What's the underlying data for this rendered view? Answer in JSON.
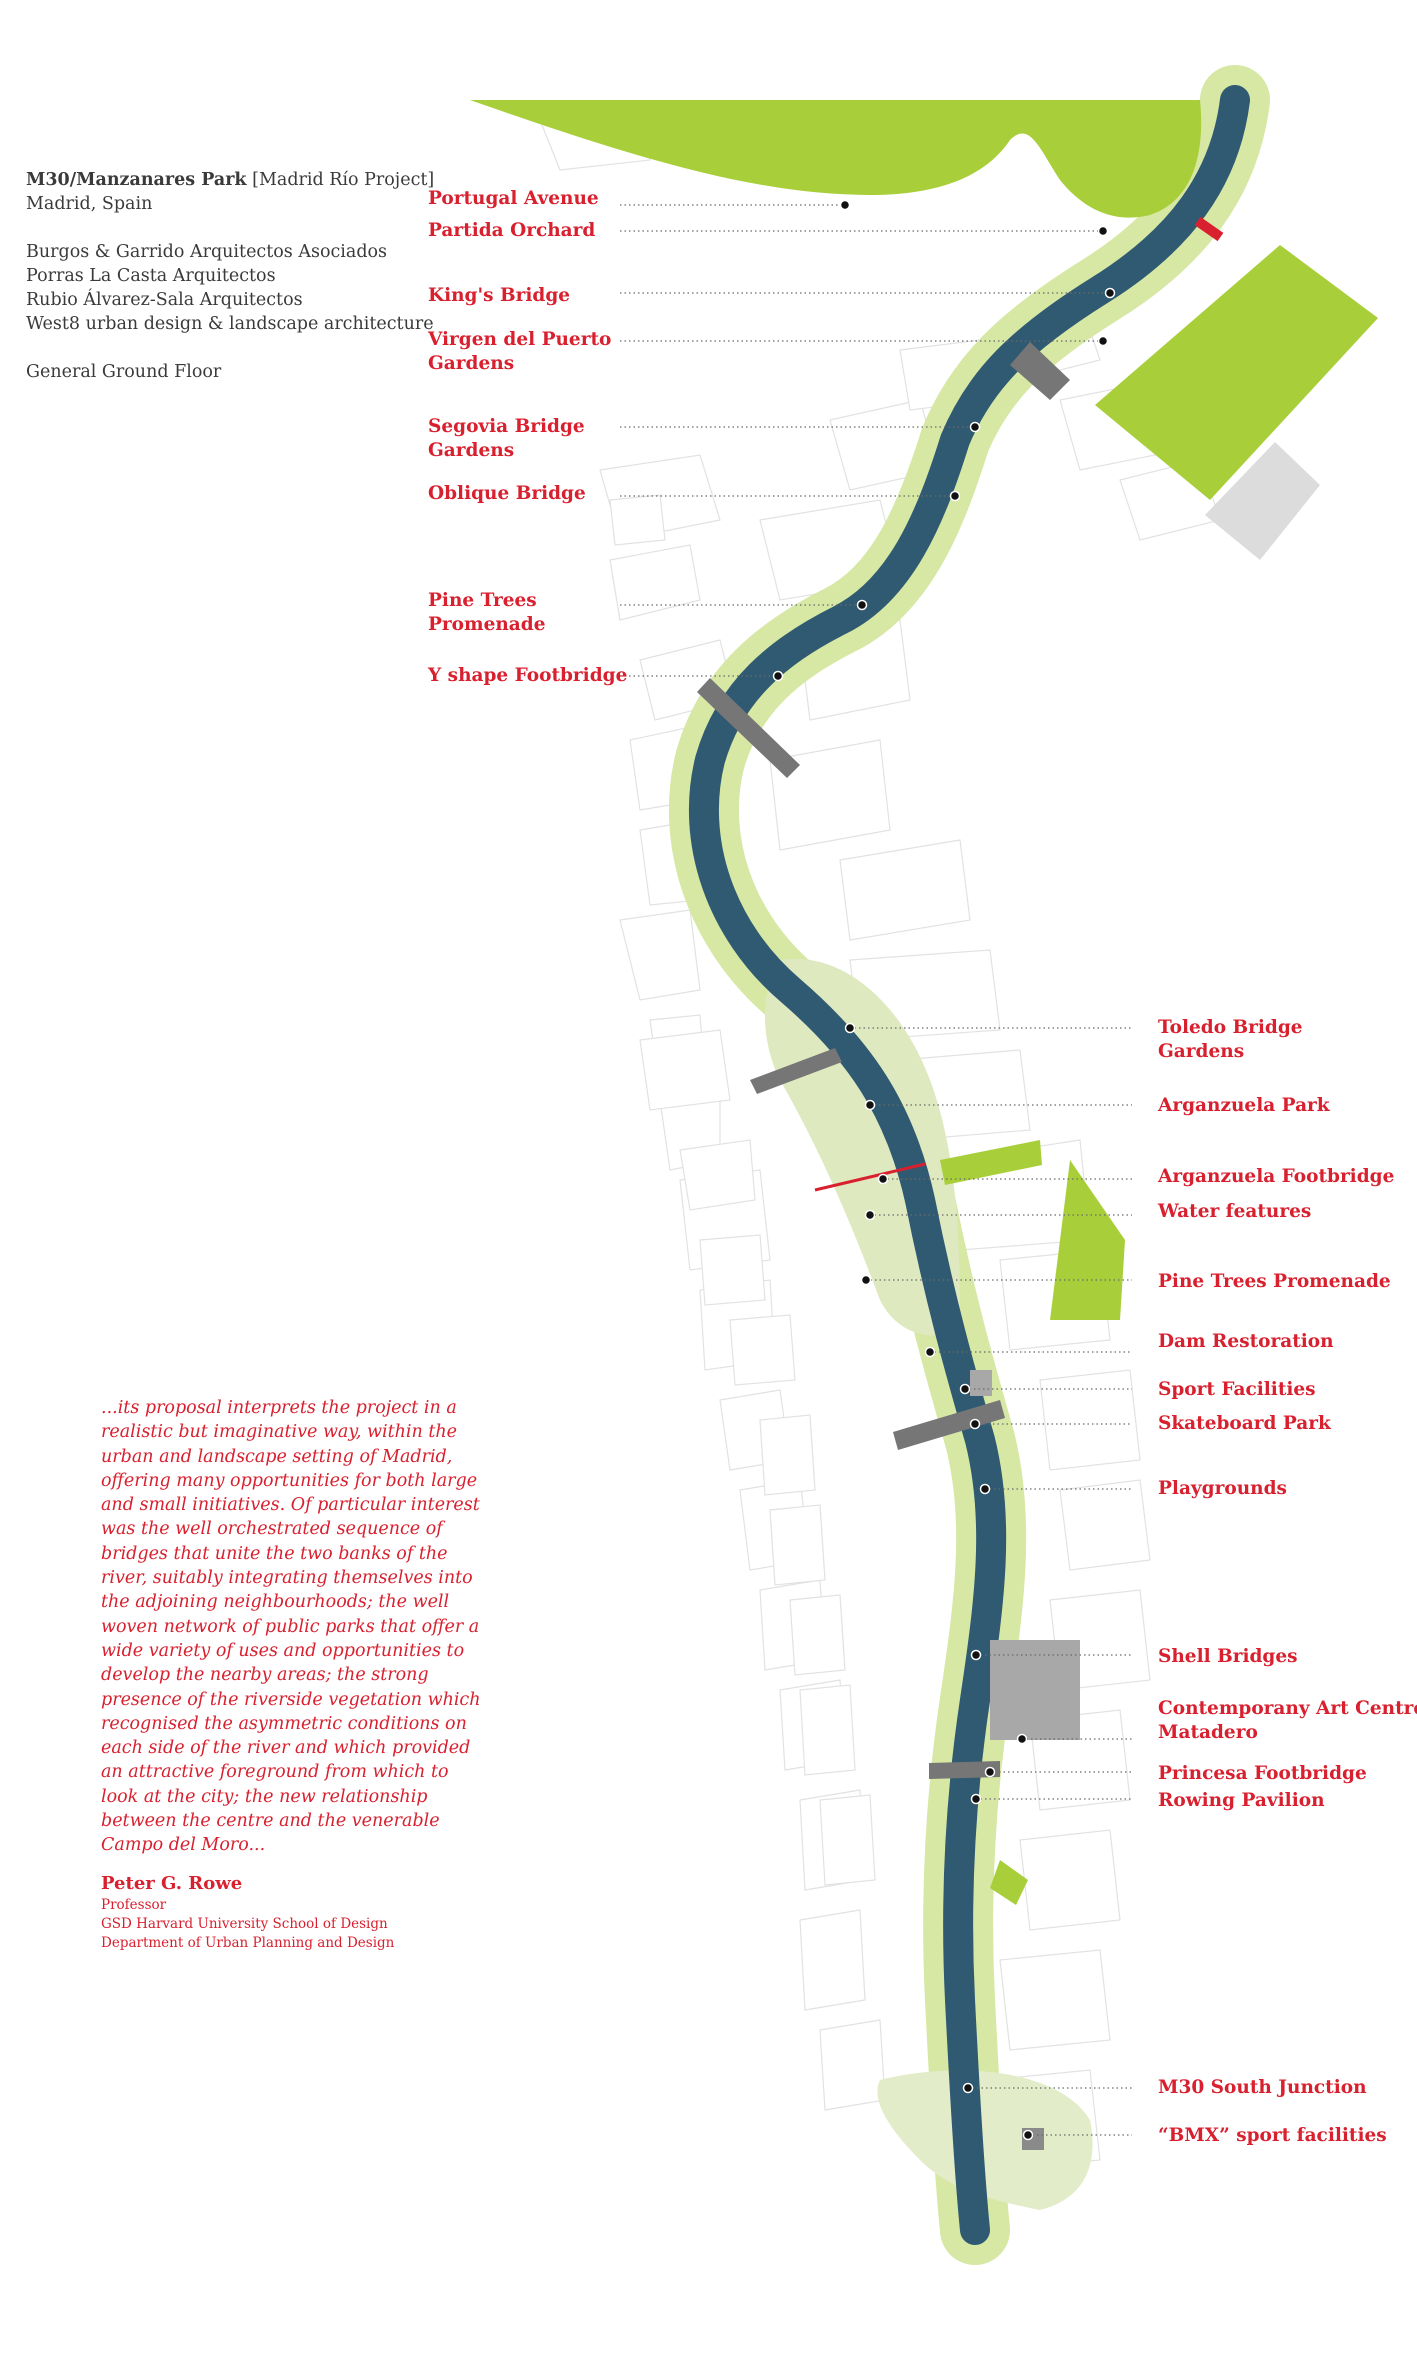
{
  "project": {
    "title": "M30/Manzanares Park",
    "title_suffix": "[Madrid Río Project]",
    "location": "Madrid, Spain",
    "architects": [
      "Burgos & Garrido Arquitectos Asociados",
      "Porras La Casta Arquitectos",
      "Rubio Álvarez-Sala Arquitectos",
      "West8 urban design & landscape architecture"
    ],
    "plan_name": "General Ground Floor"
  },
  "labels_left": [
    {
      "lines": [
        "Portugal Avenue"
      ]
    },
    {
      "lines": [
        "Partida Orchard"
      ]
    },
    {
      "lines": [
        "King's Bridge"
      ]
    },
    {
      "lines": [
        "Virgen del Puerto",
        "Gardens"
      ]
    },
    {
      "lines": [
        "Segovia Bridge",
        "Gardens"
      ]
    },
    {
      "lines": [
        "Oblique Bridge"
      ]
    },
    {
      "lines": [
        "Pine Trees",
        "Promenade"
      ]
    },
    {
      "lines": [
        "Y shape Footbridge"
      ]
    }
  ],
  "labels_right": [
    {
      "lines": [
        "Toledo Bridge",
        "Gardens"
      ]
    },
    {
      "lines": [
        "Arganzuela Park"
      ]
    },
    {
      "lines": [
        "Arganzuela Footbridge"
      ]
    },
    {
      "lines": [
        "Water features"
      ]
    },
    {
      "lines": [
        "Pine Trees Promenade"
      ]
    },
    {
      "lines": [
        "Dam Restoration"
      ]
    },
    {
      "lines": [
        "Sport Facilities"
      ]
    },
    {
      "lines": [
        "Skateboard Park"
      ]
    },
    {
      "lines": [
        "Playgrounds"
      ]
    },
    {
      "lines": [
        "Shell Bridges"
      ]
    },
    {
      "lines": [
        "Contemporany Art Centre",
        "Matadero"
      ]
    },
    {
      "lines": [
        "Princesa Footbridge"
      ]
    },
    {
      "lines": [
        "Rowing Pavilion"
      ]
    },
    {
      "lines": [
        "M30 South Junction"
      ]
    },
    {
      "lines": [
        "“BMX” sport facilities"
      ]
    }
  ],
  "quote": {
    "text": "...its proposal interprets the project in a realistic but imaginative way, within the urban and landscape setting of Madrid, offering many opportunities for both large and small initiatives. Of particular interest was the well orchestrated sequence of bridges that unite the two banks of the river, suitably integrating themselves into the adjoining neighbourhoods; the well woven network of public parks that offer a wide variety of uses and opportunities to develop the nearby areas; the strong presence of the riverside vegetation which recognised the asymmetric conditions on each side of the river and which provided an attractive foreground from which to look at the city; the new relationship between the centre and the venerable Campo del Moro...",
    "author": "Peter G. Rowe",
    "author_title": "Professor",
    "author_org": "GSD Harvard University School of Design",
    "author_dept": "Department of Urban Planning and Design"
  },
  "colors": {
    "river": "#2f5a72",
    "park_green": "#a8cf3a",
    "park_light": "#d7e7a4",
    "label_red": "#d8202f",
    "bridge_gray": "#767676",
    "block_gray": "#d5d5d5",
    "text_dark": "#3a3a3a"
  }
}
